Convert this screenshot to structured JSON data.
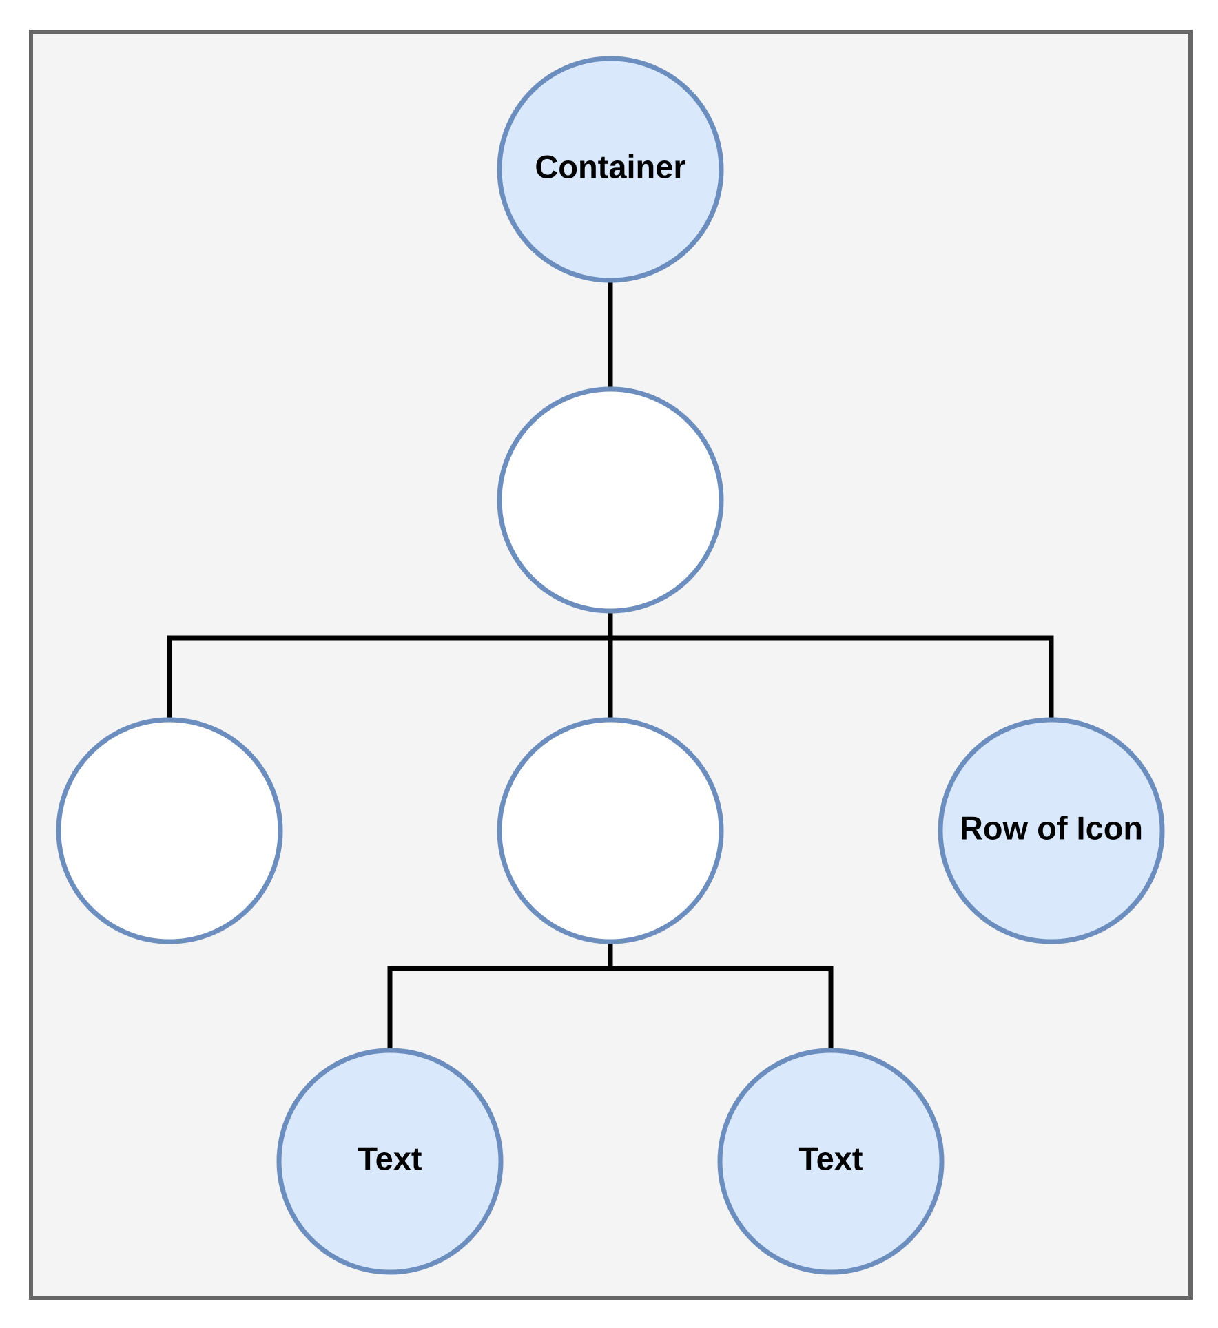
{
  "diagram": {
    "colors": {
      "background": "#ffffff",
      "frame_fill": "#f4f4f4",
      "frame_stroke": "#666666",
      "node_stroke": "#6c8ebf",
      "node_fill_highlight": "#dae8fc",
      "node_fill_plain": "#ffffff",
      "edge": "#000000",
      "label": "#000000"
    },
    "nodes": {
      "container": {
        "label": "Container",
        "highlighted": true
      },
      "middle": {
        "label": "",
        "highlighted": false
      },
      "left": {
        "label": "",
        "highlighted": false
      },
      "center": {
        "label": "",
        "highlighted": false
      },
      "row_of_icon": {
        "label": "Row of Icon",
        "highlighted": true
      },
      "text_left": {
        "label": "Text",
        "highlighted": true
      },
      "text_right": {
        "label": "Text",
        "highlighted": true
      }
    },
    "edges": [
      [
        "container",
        "middle"
      ],
      [
        "middle",
        "left"
      ],
      [
        "middle",
        "center"
      ],
      [
        "middle",
        "row_of_icon"
      ],
      [
        "center",
        "text_left"
      ],
      [
        "center",
        "text_right"
      ]
    ]
  }
}
